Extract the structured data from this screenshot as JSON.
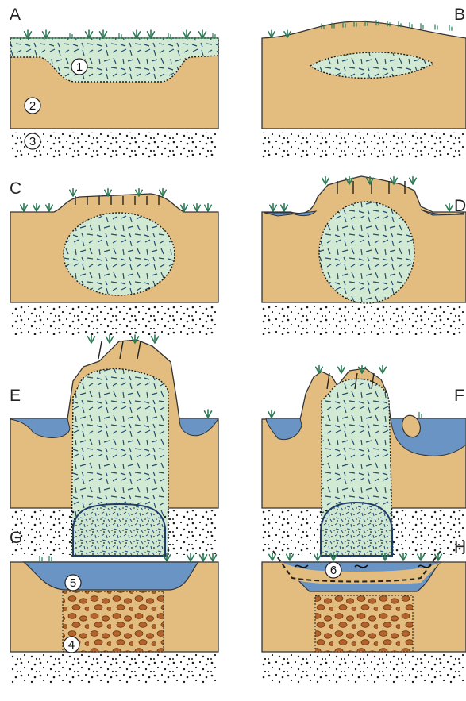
{
  "panels": {
    "A": {
      "letter": "A"
    },
    "B": {
      "letter": "B"
    },
    "C": {
      "letter": "C"
    },
    "D": {
      "letter": "D"
    },
    "E": {
      "letter": "E"
    },
    "F": {
      "letter": "F"
    },
    "G": {
      "letter": "G"
    },
    "H": {
      "letter": "H"
    }
  },
  "markers": {
    "m1": "1",
    "m2": "2",
    "m3": "3",
    "m4": "4",
    "m5": "5",
    "m6": "6"
  },
  "colors": {
    "sediment": "#e3bd7f",
    "ice": "#d2ead3",
    "water": "#6a94c4",
    "gravel_dots": "#1a1a1a",
    "ice_dashes": "#1f4a73",
    "vegetation": "#2c7a56",
    "clasts": "#b4632a"
  },
  "icons": {
    "grass": "grass-tuft-icon",
    "tilde": "tilde-symbol-icon"
  }
}
